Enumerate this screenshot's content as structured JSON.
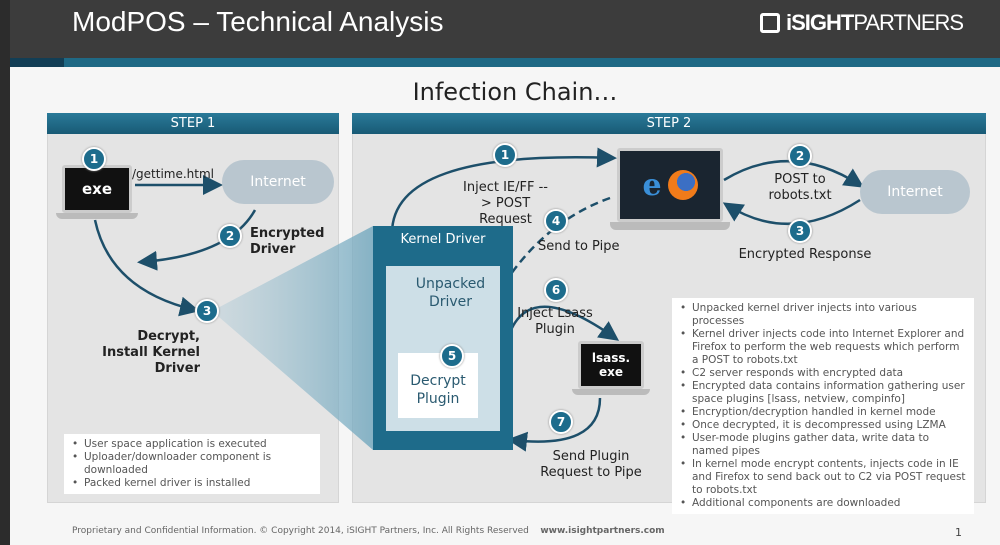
{
  "header": {
    "title": "ModPOS – Technical Analysis",
    "logo_bold": "iSIGHT",
    "logo_light": "PARTNERS"
  },
  "main_title": "Infection Chain…",
  "step1": {
    "header": "STEP 1",
    "exe": "exe",
    "url": "/gettime.html",
    "cloud": "Internet",
    "n1": "1",
    "n2": "2",
    "n3": "3",
    "label2": "Encrypted Driver",
    "label3": "Decrypt, Install Kernel Driver",
    "bullets": [
      "User space application is executed",
      "Uploader/downloader component is downloaded",
      "Packed kernel driver is installed"
    ]
  },
  "step2": {
    "header": "STEP 2",
    "n1": "1",
    "n2": "2",
    "n3": "3",
    "n4": "4",
    "n5": "5",
    "n6": "6",
    "n7": "7",
    "label1": "Inject IE/FF -- > POST Request",
    "label2": "POST to robots.txt",
    "label3": "Encrypted Response",
    "label4": "Send to Pipe",
    "cloud": "Internet",
    "kernel_driver": "Kernel Driver",
    "unpacked_driver": "Unpacked Driver",
    "decrypt_plugin": "Decrypt Plugin",
    "label6": "Inject Lsass Plugin",
    "lsass": "lsass. exe",
    "label7": "Send Plugin Request to Pipe",
    "bullets": [
      "Unpacked kernel driver injects into various processes",
      "Kernel driver injects code into Internet Explorer and Firefox to perform the web requests which perform a POST to robots.txt",
      "C2 server responds with encrypted data",
      "Encrypted data contains information gathering user space plugins [lsass,  netview,  compinfo]",
      "Encryption/decryption handled in kernel mode",
      "Once decrypted, it is decompressed using LZMA",
      "User-mode plugins gather data, write data to named pipes",
      "In kernel mode encrypt contents, injects code in IE and Firefox to send back out to C2 via POST request to robots.txt",
      "Additional components are downloaded"
    ]
  },
  "footer": {
    "text": "Proprietary and Confidential Information. © Copyright 2014, iSIGHT Partners, Inc. All Rights Reserved",
    "url": "www.isightpartners.com",
    "page": "1"
  }
}
